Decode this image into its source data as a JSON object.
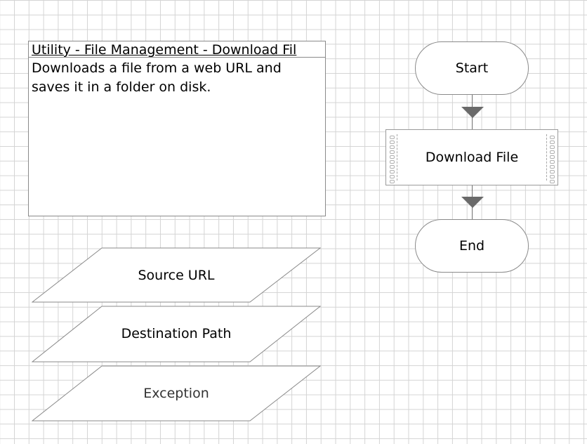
{
  "note": {
    "title": "Utility - File Management - Download Fil",
    "body": "Downloads a file from a web URL and saves it in a folder on disk."
  },
  "flow": {
    "start_label": "Start",
    "process_label": "Download File",
    "end_label": "End"
  },
  "data_items": [
    {
      "label": "Source URL"
    },
    {
      "label": "Destination Path"
    },
    {
      "label": "Exception"
    }
  ]
}
